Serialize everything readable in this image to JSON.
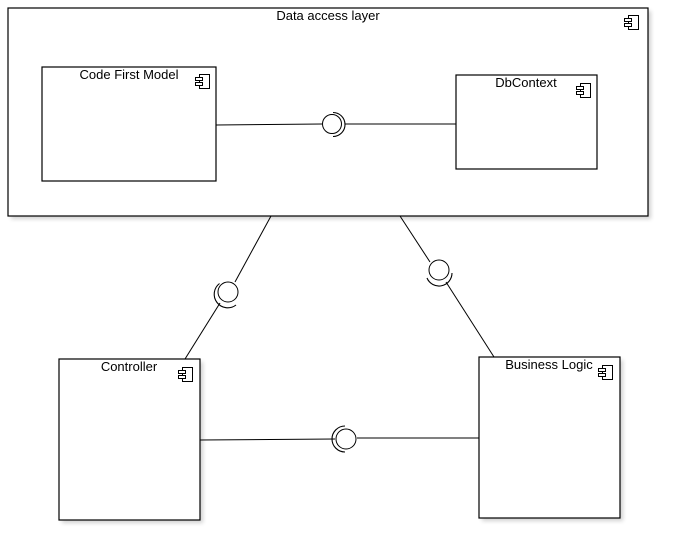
{
  "diagram": {
    "outer_title": "Data access layer",
    "components": {
      "code_first_model": "Code First Model",
      "dbcontext": "DbContext",
      "controller": "Controller",
      "business_logic": "Business Logic"
    }
  }
}
